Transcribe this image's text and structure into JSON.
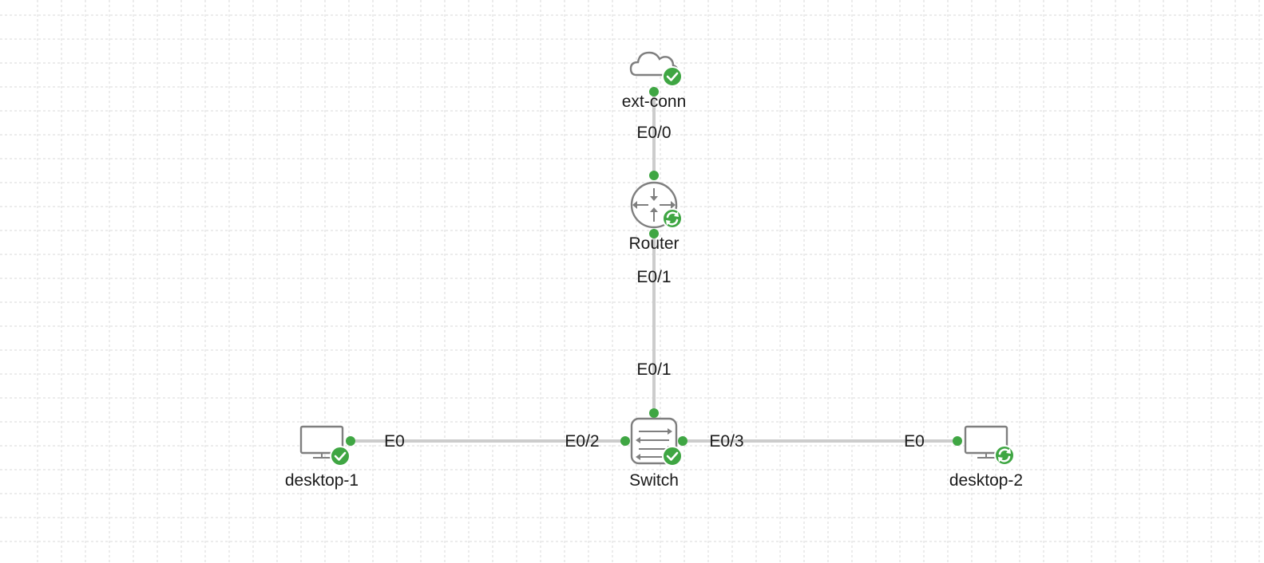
{
  "nodes": {
    "ext_conn": {
      "label": "ext-conn",
      "status": "check-icon"
    },
    "router": {
      "label": "Router",
      "status": "sync-icon"
    },
    "switch": {
      "label": "Switch",
      "status": "check-icon"
    },
    "desktop1": {
      "label": "desktop-1",
      "status": "check-icon"
    },
    "desktop2": {
      "label": "desktop-2",
      "status": "sync-icon"
    }
  },
  "ports": {
    "router_up": "E0/0",
    "router_down": "E0/1",
    "switch_up": "E0/1",
    "switch_left": "E0/2",
    "switch_right": "E0/3",
    "desktop1_port": "E0",
    "desktop2_port": "E0"
  },
  "colors": {
    "status_ok": "#3fa643",
    "link": "#cccccc",
    "icon": "#7f7f7f"
  }
}
